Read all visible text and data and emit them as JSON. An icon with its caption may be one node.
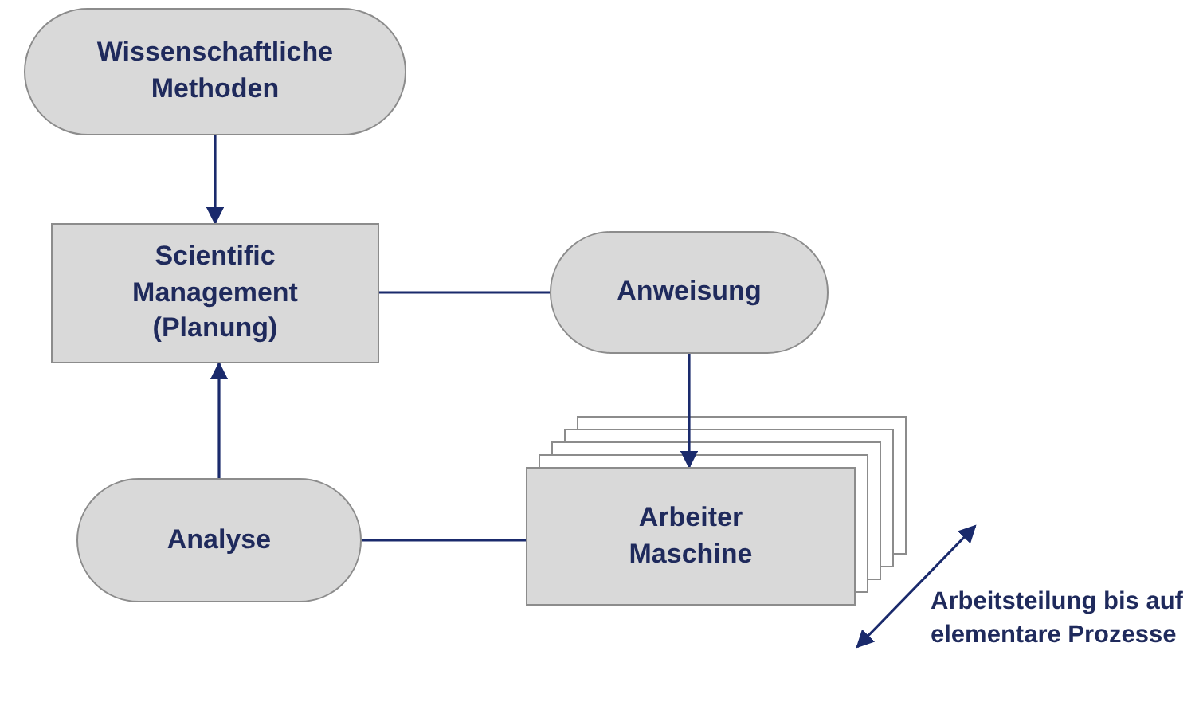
{
  "diagram": {
    "nodes": [
      {
        "text": [
          "Wissenschaftliche Methoden"
        ]
      },
      {
        "text": [
          "Scientific Management (Planung)"
        ]
      },
      {
        "text": [
          "Anweisung"
        ]
      },
      {
        "text": [
          "Analyse"
        ]
      },
      {
        "text": [
          "Arbeiter Maschine"
        ]
      }
    ],
    "edges": [
      {
        "from": 0,
        "to": 1,
        "arrow": "to"
      },
      {
        "from": 1,
        "to": 2,
        "arrow": "none"
      },
      {
        "from": 2,
        "to": 4,
        "arrow": "to"
      },
      {
        "from": 3,
        "to": 1,
        "arrow": "to"
      },
      {
        "from": 3,
        "to": 4,
        "arrow": "none"
      }
    ],
    "labels": [
      "Arbeitsteilung bis auf elementare Prozesse"
    ]
  }
}
